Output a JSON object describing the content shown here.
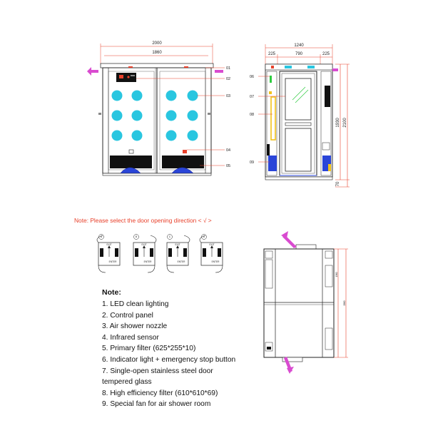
{
  "front_view": {
    "dim_outer": "2000",
    "dim_inner": "1860",
    "callouts": [
      "01",
      "02",
      "03",
      "04",
      "05"
    ]
  },
  "side_view": {
    "dim_total": "1240",
    "dim_left": "225",
    "dim_mid": "790",
    "dim_right": "225",
    "dim_height_inner": "1930",
    "dim_height_outer": "2100",
    "dim_base": "70",
    "callouts": [
      "06",
      "07",
      "08",
      "09"
    ]
  },
  "door_note": "Note: Please select the door opening direction < √ >",
  "door_options": [
    {
      "mark": "A",
      "top": "EXIT",
      "bottom": "ENTER"
    },
    {
      "mark": "B",
      "top": "EXIT",
      "bottom": "ENTER"
    },
    {
      "mark": "C",
      "top": "EXIT",
      "bottom": "ENTER"
    },
    {
      "mark": "D",
      "top": "EXIT",
      "bottom": "ENTER"
    }
  ],
  "plan_view": {
    "dim_a": "1360",
    "dim_b": "2860"
  },
  "notes": {
    "title": "Note:",
    "items": [
      "1. LED clean lighting",
      "2. Control panel",
      "3. Air shower nozzle",
      "4. Infrared sensor",
      "5. Primary filter (625*255*10)",
      "6. Indicator light + emergency stop button",
      "7. Single-open stainless steel door",
      "tempered glass",
      "8. High efficiency filter (610*610*69)",
      "9. Special fan for air shower room"
    ]
  },
  "colors": {
    "line": "#222222",
    "dimension": "#e8402b",
    "nozzle": "#29c6e0",
    "fan": "#2a45d8",
    "accent": "#d94bd0",
    "filter": "#111111",
    "sensor_yellow": "#f2c21b"
  }
}
